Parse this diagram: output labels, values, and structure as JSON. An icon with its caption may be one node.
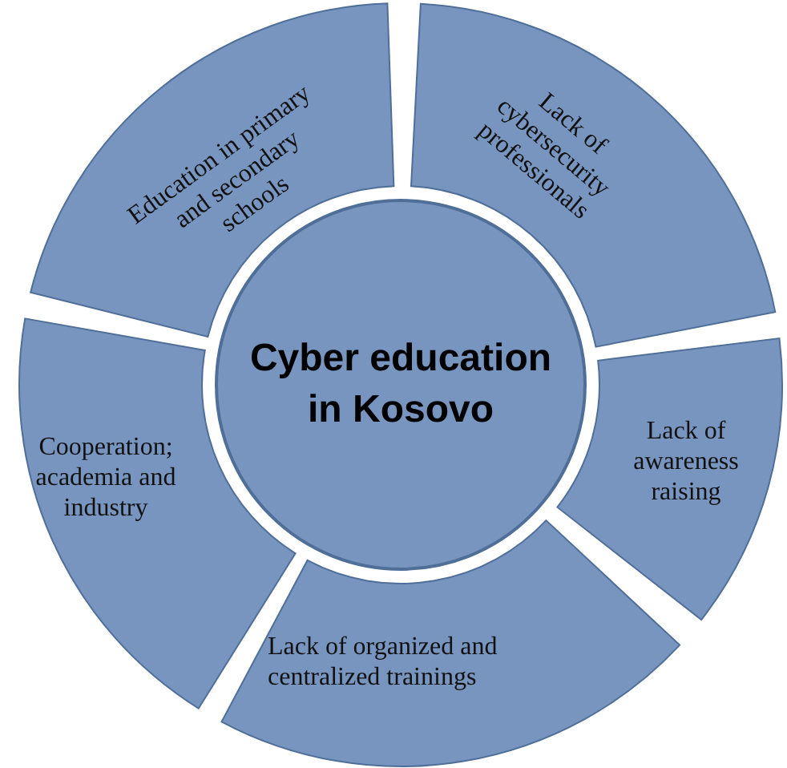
{
  "diagram": {
    "nodes": [
      {
        "text": [
          "Cyber education in Kosovo"
        ]
      },
      {
        "text": [
          "Education in primary and secondary schools"
        ]
      },
      {
        "text": [
          "Lack of cybersecurity professionals"
        ]
      },
      {
        "text": [
          "Cooperation; academia and industry"
        ]
      },
      {
        "text": [
          "Lack of awareness raising"
        ]
      },
      {
        "text": [
          "Lack of organized and centralized trainings"
        ]
      }
    ]
  }
}
